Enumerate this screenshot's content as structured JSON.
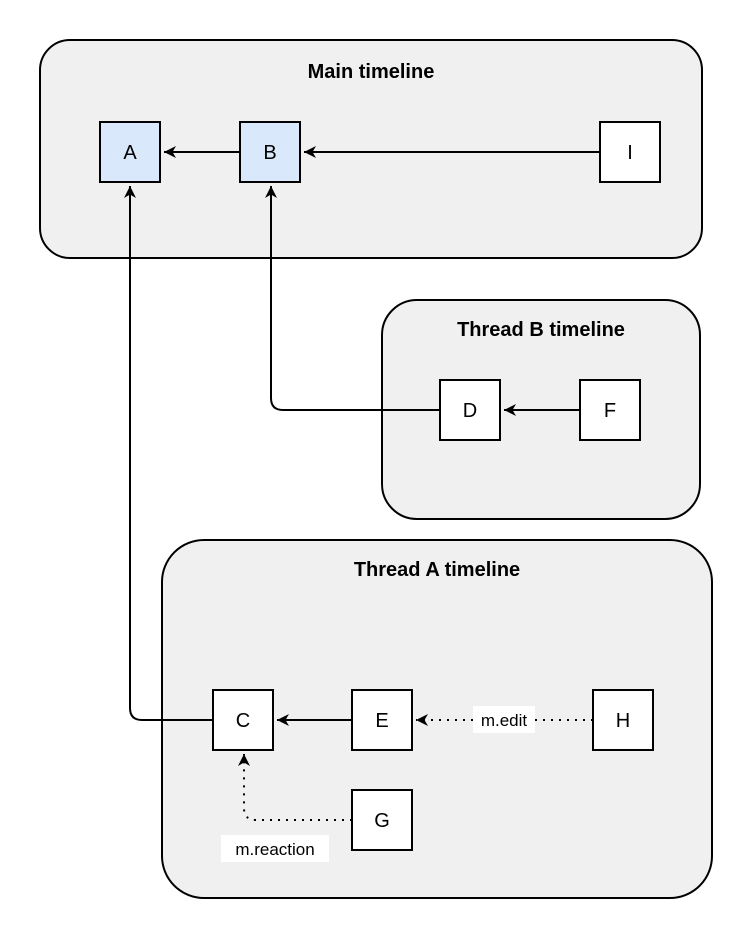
{
  "diagram": {
    "colors": {
      "background": "#ffffff",
      "container_fill": "#f0f0f0",
      "container_stroke": "#000000",
      "node_fill_highlight": "#dae8fc",
      "node_fill_default": "#ffffff",
      "node_stroke": "#000000",
      "edge_color": "#000000",
      "label_bg": "#ffffff"
    },
    "containers": [
      {
        "id": "main",
        "title": "Main timeline"
      },
      {
        "id": "thread_b",
        "title": "Thread B timeline"
      },
      {
        "id": "thread_a",
        "title": "Thread A timeline"
      }
    ],
    "nodes": [
      {
        "id": "A",
        "label": "A",
        "fill": "#dae8fc",
        "container": "main"
      },
      {
        "id": "B",
        "label": "B",
        "fill": "#dae8fc",
        "container": "main"
      },
      {
        "id": "I",
        "label": "I",
        "fill": "#ffffff",
        "container": "main"
      },
      {
        "id": "D",
        "label": "D",
        "fill": "#ffffff",
        "container": "thread_b"
      },
      {
        "id": "F",
        "label": "F",
        "fill": "#ffffff",
        "container": "thread_b"
      },
      {
        "id": "C",
        "label": "C",
        "fill": "#ffffff",
        "container": "thread_a"
      },
      {
        "id": "E",
        "label": "E",
        "fill": "#ffffff",
        "container": "thread_a"
      },
      {
        "id": "G",
        "label": "G",
        "fill": "#ffffff",
        "container": "thread_a"
      },
      {
        "id": "H",
        "label": "H",
        "fill": "#ffffff",
        "container": "thread_a"
      }
    ],
    "edges": [
      {
        "from": "B",
        "to": "A",
        "style": "solid",
        "label": ""
      },
      {
        "from": "I",
        "to": "B",
        "style": "solid",
        "label": ""
      },
      {
        "from": "F",
        "to": "D",
        "style": "solid",
        "label": ""
      },
      {
        "from": "D",
        "to": "B",
        "style": "solid",
        "label": ""
      },
      {
        "from": "E",
        "to": "C",
        "style": "solid",
        "label": ""
      },
      {
        "from": "C",
        "to": "A",
        "style": "solid",
        "label": ""
      },
      {
        "from": "H",
        "to": "E",
        "style": "dotted",
        "label": "m.edit"
      },
      {
        "from": "G",
        "to": "C",
        "style": "dotted",
        "label": "m.reaction"
      }
    ]
  }
}
